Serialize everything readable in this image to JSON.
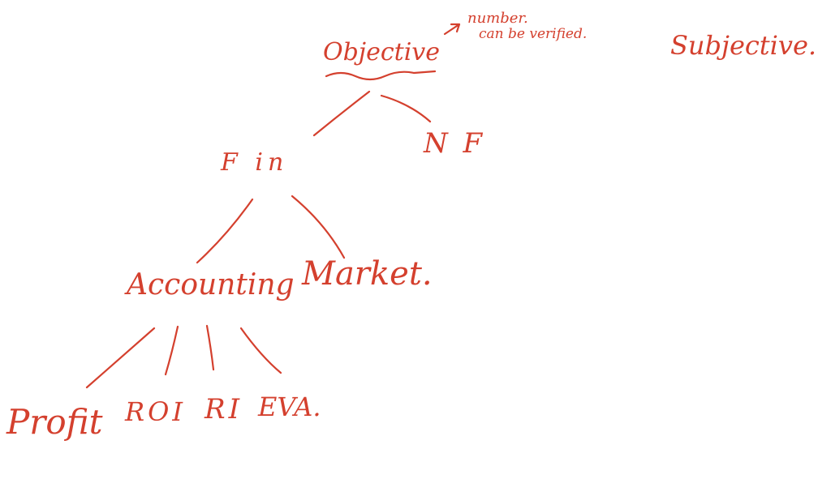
{
  "ink_color": "#d4402e",
  "nodes": {
    "objective": "Objective",
    "note_line1": "number.",
    "note_line2": "can be verified.",
    "subjective": "Subjective.",
    "fin": "F in",
    "nf": "N F",
    "accounting": "Accounting",
    "market": "Market.",
    "profit": "Profit",
    "roi": "ROI",
    "ri": "RI",
    "eva": "EVA."
  }
}
